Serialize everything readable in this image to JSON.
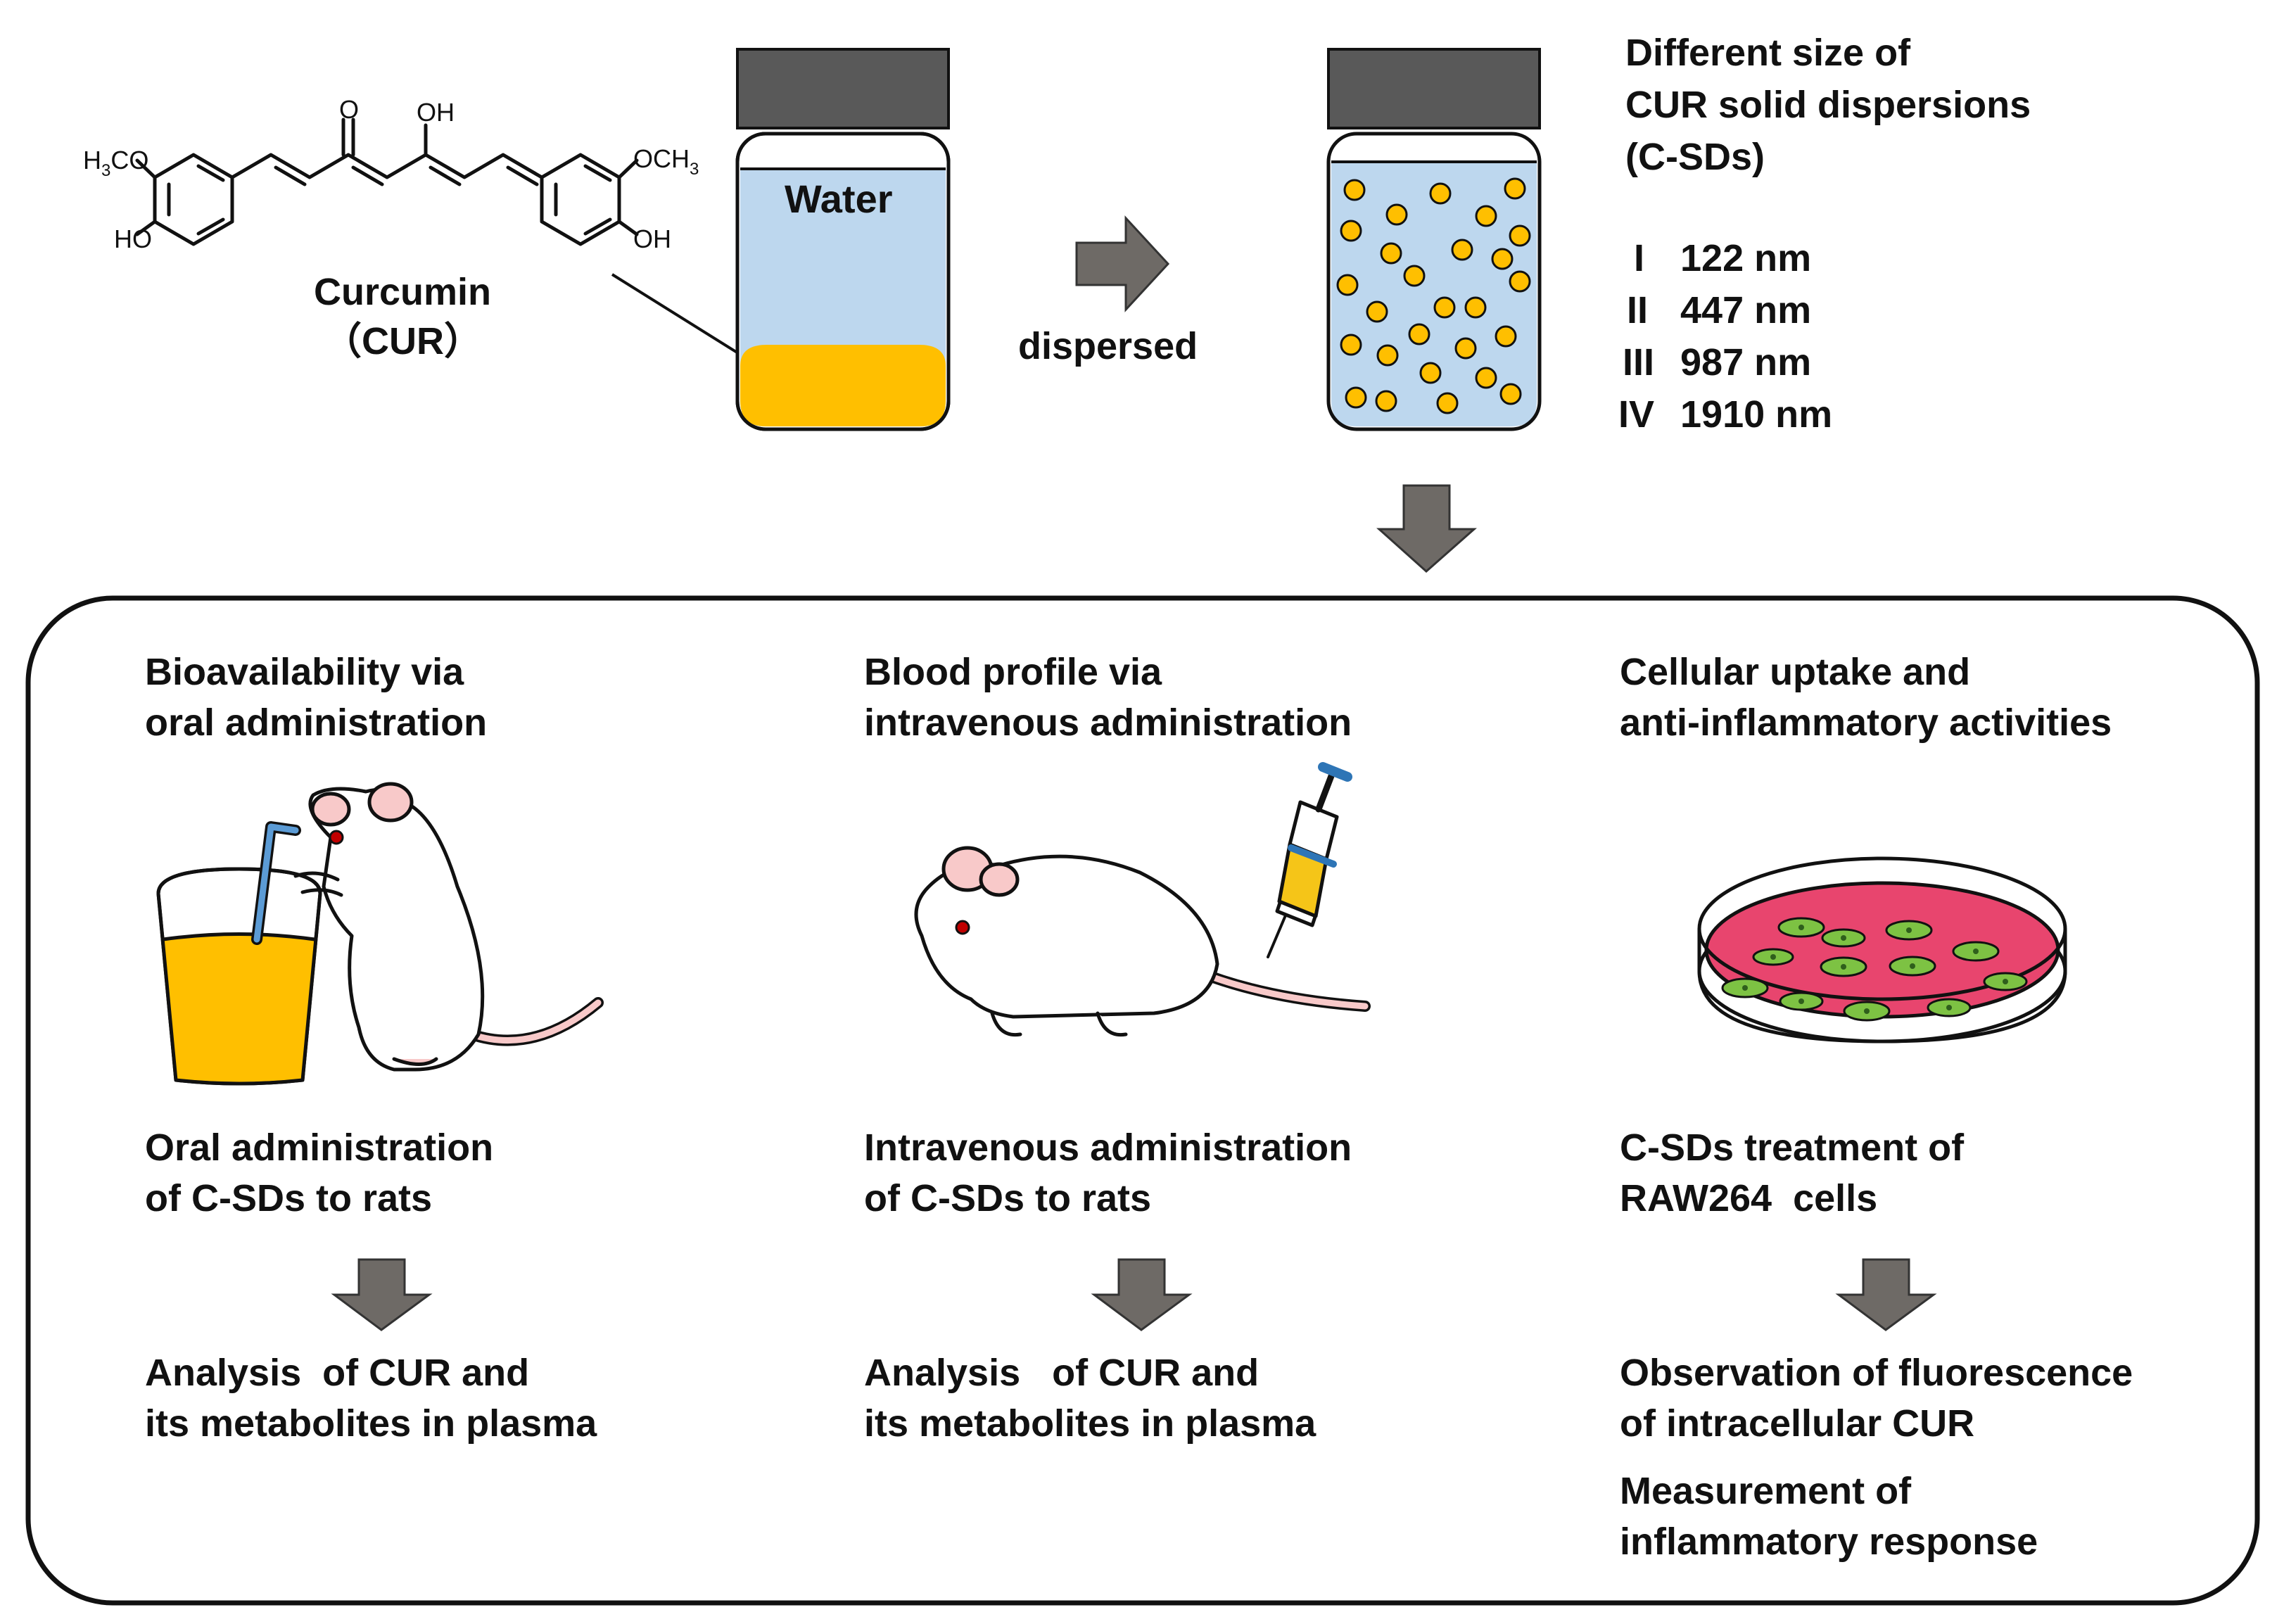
{
  "colors": {
    "curcumin_yellow": "#FFBF00",
    "water_blue": "#BDD7EE",
    "cap_gray": "#595959",
    "arrow_gray": "#6E6A66",
    "rat_tail_pink": "#F8C9C9",
    "dish_red": "#E8456E",
    "cell_green": "#7DC243",
    "syringe_yellow": "#F5C518",
    "syringe_blue": "#2E75B6"
  },
  "header": {
    "molecule": {
      "name_line1": "Curcumin",
      "name_line2": "（CUR）",
      "groups": {
        "left_methoxy_a": "H",
        "left_methoxy_sub": "3",
        "left_methoxy_b": "CO",
        "left_hydroxy": "HO",
        "ketone_o": "O",
        "enol_oh": "OH",
        "right_methoxy_a": "OCH",
        "right_methoxy_sub": "3",
        "right_hydroxy": "OH"
      }
    },
    "water_vial": {
      "label": "Water"
    },
    "dispersed_label": "dispersed",
    "sizes": {
      "title_line1": "Different size of",
      "title_line2": "CUR solid dispersions",
      "title_line3": "(C-SDs)",
      "items": [
        {
          "roman": "I",
          "size": "122 nm"
        },
        {
          "roman": "II",
          "size": "447 nm"
        },
        {
          "roman": "III",
          "size": "987 nm"
        },
        {
          "roman": "IV",
          "size": "1910 nm"
        }
      ]
    }
  },
  "panels": [
    {
      "title_line1": "Bioavailability via",
      "title_line2": "oral administration",
      "step_line1": "Oral administration",
      "step_line2": "of C-SDs to rats",
      "result_line1": "Analysis  of CUR and",
      "result_line2": "its metabolites in plasma",
      "illustration": "rat-drinking-icon"
    },
    {
      "title_line1": "Blood profile via",
      "title_line2": "intravenous administration",
      "step_line1": "Intravenous administration",
      "step_line2": "of C-SDs to rats",
      "result_line1": "Analysis   of CUR and",
      "result_line2": "its metabolites in plasma",
      "illustration": "rat-injection-icon"
    },
    {
      "title_line1": "Cellular uptake and",
      "title_line2": "anti-inflammatory activities",
      "step_line1": "C-SDs treatment of",
      "step_line2": "RAW264  cells",
      "result_line1": "Observation of fluorescence",
      "result_line2": "of intracellular CUR",
      "result_line3": "Measurement of",
      "result_line4": "inflammatory response",
      "illustration": "petri-dish-icon"
    }
  ]
}
